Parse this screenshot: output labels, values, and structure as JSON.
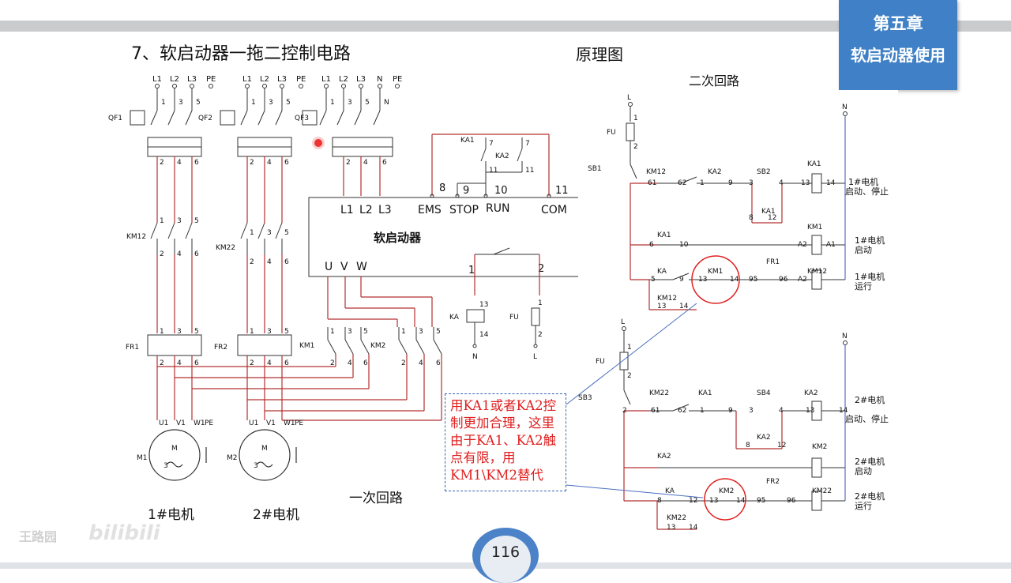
{
  "header": {
    "chapter": "第五章",
    "chapter_sub": "软启动器使用",
    "title": "7、软启动器一拖二控制电路",
    "principle": "原理图",
    "secondary_loop": "二次回路",
    "primary_loop": "一次回路"
  },
  "motors": {
    "m1_caption": "1#电机",
    "m2_caption": "2#电机"
  },
  "note": {
    "text": "用KA1或者KA2控制更加合理，这里由于KA1、KA2触点有限，用KM1\\KM2替代"
  },
  "page": {
    "number": "116"
  },
  "watermark": {
    "left": "王路园",
    "right": "bilibili"
  },
  "colors": {
    "accent": "#3f80c6",
    "wire": "#b43030",
    "note_text": "#e02020",
    "note_border": "#3a63b3"
  }
}
